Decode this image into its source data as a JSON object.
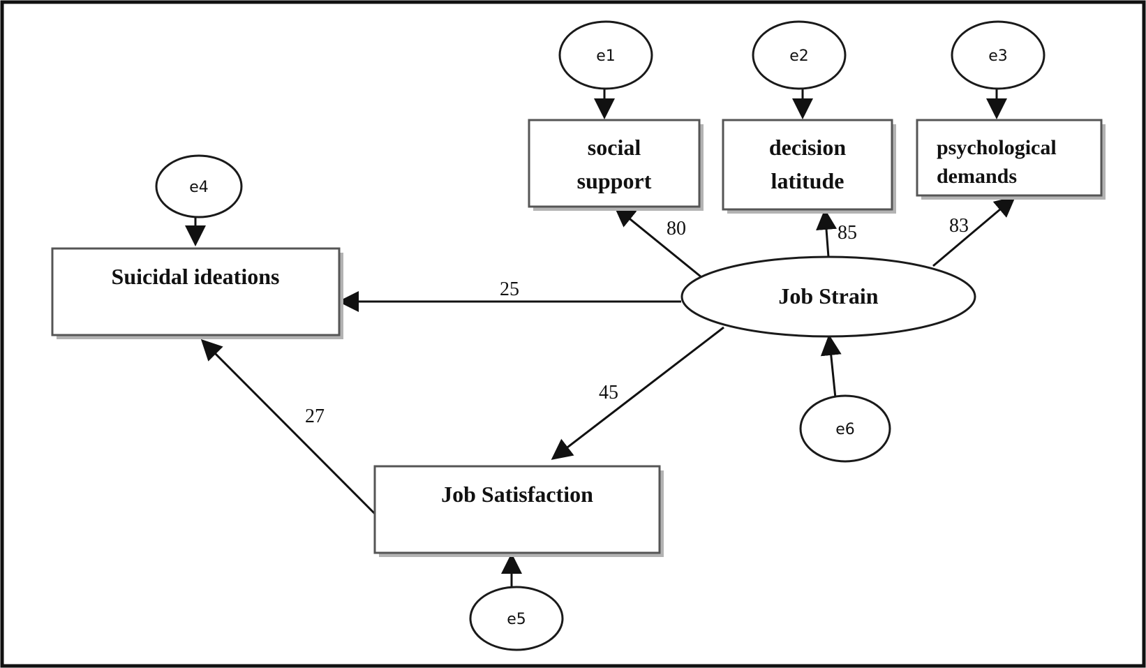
{
  "nodes": {
    "social_support": [
      "social",
      "support"
    ],
    "decision_latitude": [
      "decision",
      "latitude"
    ],
    "psychological_demands": [
      "psychological",
      "demands"
    ],
    "suicidal_ideations": "Suicidal ideations",
    "job_strain": "Job Strain",
    "job_satisfaction": "Job Satisfaction"
  },
  "errors": {
    "e1": "e1",
    "e2": "e2",
    "e3": "e3",
    "e4": "e4",
    "e5": "e5",
    "e6": "e6"
  },
  "coefficients": {
    "job_strain_to_social_support": "80",
    "job_strain_to_decision_latitude": "85",
    "job_strain_to_psychological_demands": "83",
    "job_strain_to_suicidal_ideations": "25",
    "job_strain_to_job_satisfaction": "45",
    "job_satisfaction_to_suicidal_ideations": "27"
  }
}
